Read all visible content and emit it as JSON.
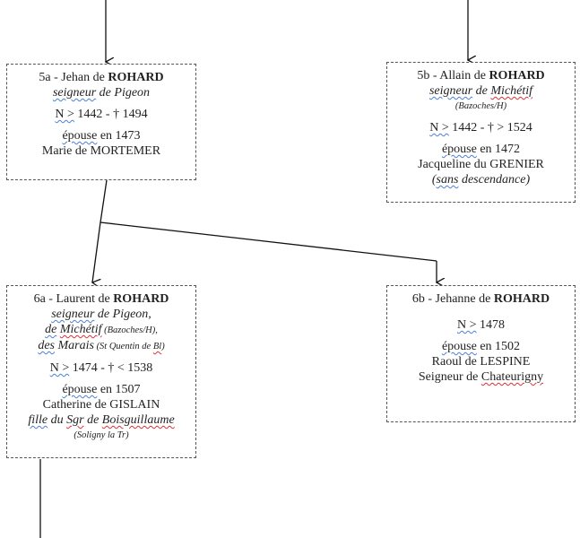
{
  "p5a": {
    "id": "5a - Jehan de ",
    "surname": "ROHARD",
    "title_a": "seigneur",
    "title_b": " de Pigeon",
    "birth_label": "N  >",
    "dates": " 1442 - † 1494",
    "marr_label": "épouse",
    "marr_year": " en 1473",
    "spouse": "Marie de MORTEMER"
  },
  "p5b": {
    "id": "5b - Allain de ",
    "surname": "ROHARD",
    "title_a": "seigneur",
    "title_de": " de ",
    "title_place": "Michétif",
    "place_note": "(Bazoches/H)",
    "birth_label": "N  >",
    "dates": " 1442 - † > 1524",
    "marr_label": "épouse",
    "marr_year": " en 1472",
    "spouse": "Jacqueline du GRENIER",
    "note_open": "(",
    "note_sans": "sans",
    "note_rest": " descendance)"
  },
  "p6a": {
    "id": "6a - Laurent de ",
    "surname": "ROHARD",
    "title_a": "seigneur",
    "title_b": " de Pigeon,",
    "l2_de": "de",
    "l2_place": "Michétif",
    "l2_note": " (Bazoches/H),",
    "l3_des": "des",
    "l3_place": " Marais",
    "l3_note_a": " (St Quentin de ",
    "l3_note_b": "Bl",
    "l3_note_c": ")",
    "birth_label": "N  >",
    "dates": " 1474 - † < 1538",
    "marr_label": "épouse",
    "marr_year": " en 1507",
    "spouse": "Catherine de GISLAIN",
    "f_fille": "fille",
    "f_du": " du ",
    "f_sgr": "Sgr",
    "f_de": " de ",
    "f_place": "Boisguillaume",
    "f_note": "(Soligny la Tr)"
  },
  "p6b": {
    "id": "6b - Jehanne de ",
    "surname": "ROHARD",
    "birth_label": "N  >",
    "dates": " 1478",
    "marr_label": "épouse",
    "marr_year": " en 1502",
    "spouse": "Raoul de LESPINE",
    "title_a": "Seigneur de ",
    "title_place": "Chateurigny"
  }
}
